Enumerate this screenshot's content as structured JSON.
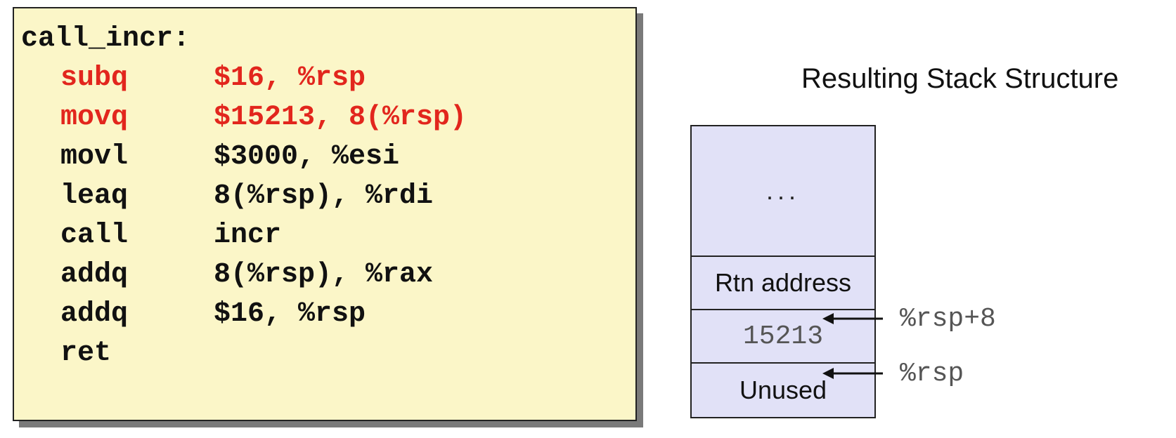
{
  "code": {
    "label": "call_incr:",
    "lines": [
      {
        "op": "subq",
        "args": "$16, %rsp",
        "highlight": true
      },
      {
        "op": "movq",
        "args": "$15213, 8(%rsp)",
        "highlight": true
      },
      {
        "op": "movl",
        "args": "$3000, %esi",
        "highlight": false
      },
      {
        "op": "leaq",
        "args": "8(%rsp), %rdi",
        "highlight": false
      },
      {
        "op": "call",
        "args": "incr",
        "highlight": false
      },
      {
        "op": "addq",
        "args": "8(%rsp), %rax",
        "highlight": false
      },
      {
        "op": "addq",
        "args": "$16, %rsp",
        "highlight": false
      },
      {
        "op": "ret",
        "args": "",
        "highlight": false
      }
    ],
    "highlight_color": "#e2261d",
    "background_color": "#fbf6c8"
  },
  "stack": {
    "title": "Resulting Stack Structure",
    "cells": [
      {
        "text": "..."
      },
      {
        "text": "Rtn address"
      },
      {
        "text": "15213"
      },
      {
        "text": "Unused"
      }
    ],
    "pointers": [
      {
        "label": "%rsp+8"
      },
      {
        "label": "%rsp"
      }
    ],
    "fill_color": "#e1e1f7"
  }
}
